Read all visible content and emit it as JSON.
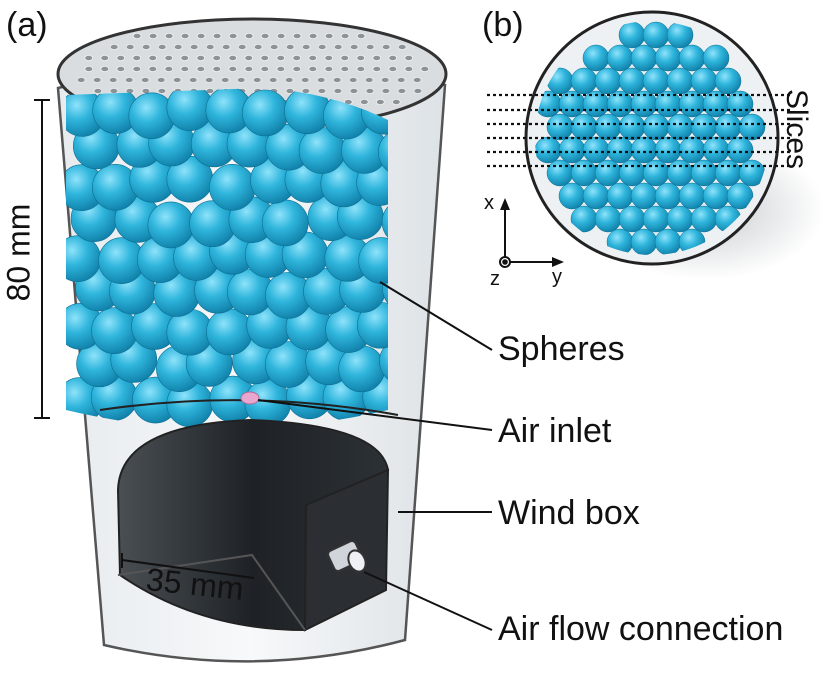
{
  "panels": {
    "a": "(a)",
    "b": "(b)"
  },
  "dimensions": {
    "height": "80 mm",
    "radius": "35 mm"
  },
  "callouts": {
    "spheres": "Spheres",
    "air_inlet": "Air inlet",
    "wind_box": "Wind box",
    "air_flow": "Air flow connection"
  },
  "top_view": {
    "slices": "Slices",
    "axis_x": "x",
    "axis_y": "y",
    "axis_z": "z"
  },
  "colors": {
    "sphere": "#2fb5dc",
    "sphere_dark": "#0f7fa8",
    "wind_box": "#1e2226",
    "air_inlet": "#e9a7d0",
    "outline": "#222222"
  }
}
